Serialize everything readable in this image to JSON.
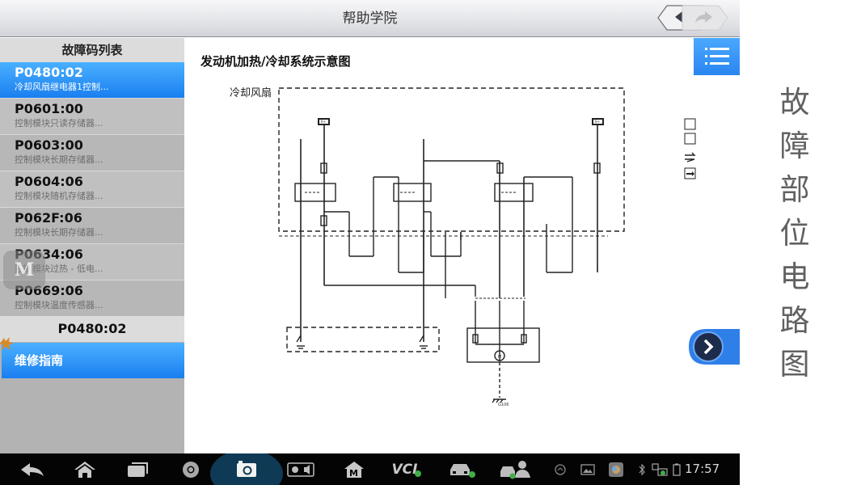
{
  "header": {
    "title": "帮助学院",
    "back_icon": "back-arrow-icon",
    "forward_icon": "forward-arrow-icon"
  },
  "left_panel": {
    "title": "故障码列表",
    "items": [
      {
        "code": "P0480:02",
        "desc": "冷却风扇继电器1控制...",
        "active": true
      },
      {
        "code": "P0601:00",
        "desc": "控制模块只读存储器..."
      },
      {
        "code": "P0603:00",
        "desc": "控制模块长期存储器..."
      },
      {
        "code": "P0604:06",
        "desc": "控制模块随机存储器..."
      },
      {
        "code": "P062F:06",
        "desc": "控制模块长期存储器..."
      },
      {
        "code": "P0634:06",
        "desc": "控制模块过热 - 低电..."
      },
      {
        "code": "P0669:06",
        "desc": "控制模块温度传感器..."
      }
    ],
    "selected_code": "P0480:02",
    "repair_guide": "维修指南",
    "overlay_badge": "M"
  },
  "main": {
    "title": "发动机加热/冷却系统示意图",
    "subtitle": "冷却风扇",
    "menu_icon": "list-menu-icon",
    "next_icon": "chevron-right-icon"
  },
  "diagram": {
    "power_label": "B+",
    "ground_label": "G106",
    "motor_label": "M",
    "legend_icons": [
      "connector-view-icon",
      "connector-pin-icon",
      "swap-icon",
      "arrow-right-icon"
    ]
  },
  "side_label": [
    "故",
    "障",
    "部",
    "位",
    "电",
    "路",
    "图"
  ],
  "taskbar": {
    "icons": [
      "back-icon",
      "home-icon",
      "recent-apps-icon",
      "browser-icon",
      "camera-icon",
      "brightness-volume-icon",
      "maxisys-icon",
      "vci-icon",
      "vehicle-icon",
      "remote-expert-icon",
      "gauge-icon",
      "gallery-icon",
      "app-icon",
      "bluetooth-icon",
      "network-icon",
      "battery-icon"
    ],
    "vci_label": "VCI",
    "time": "17:57"
  },
  "colors": {
    "accent": "#1a7ff0",
    "header_bg": "#e3e4e8",
    "taskbar_bg": "#040404",
    "side_text": "#616161"
  }
}
